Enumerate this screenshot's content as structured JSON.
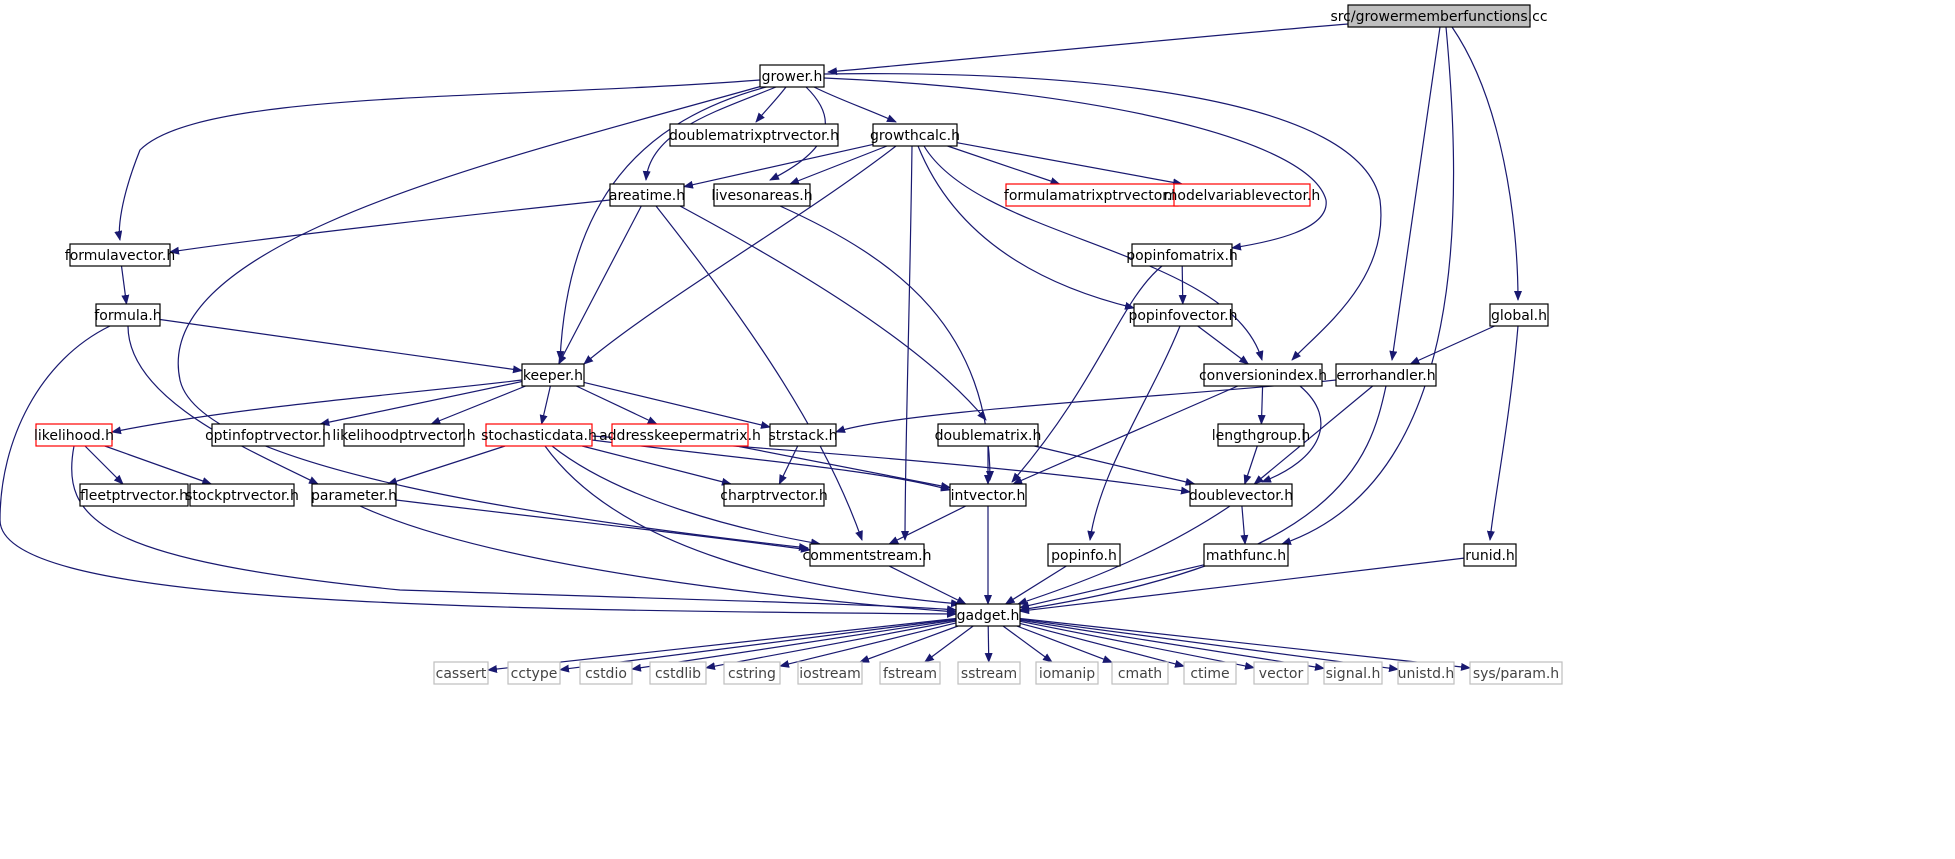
{
  "colors": {
    "edge": "#191970",
    "node_border": "#000000",
    "red_border": "#ff0000",
    "gray_border": "#bfbfbf",
    "root_fill": "#bfbfbf",
    "node_fill": "#ffffff"
  },
  "nodes": [
    {
      "id": "root",
      "label": "src/growermemberfunctions.cc",
      "kind": "root"
    },
    {
      "id": "grower",
      "label": "grower.h",
      "kind": "normal"
    },
    {
      "id": "dmpv",
      "label": "doublematrixptrvector.h",
      "kind": "normal"
    },
    {
      "id": "growthcalc",
      "label": "growthcalc.h",
      "kind": "normal"
    },
    {
      "id": "areatime",
      "label": "areatime.h",
      "kind": "normal"
    },
    {
      "id": "livesonareas",
      "label": "livesonareas.h",
      "kind": "normal"
    },
    {
      "id": "fmpv",
      "label": "formulamatrixptrvector.h",
      "kind": "red"
    },
    {
      "id": "mvv",
      "label": "modelvariablevector.h",
      "kind": "red"
    },
    {
      "id": "formulavector",
      "label": "formulavector.h",
      "kind": "normal"
    },
    {
      "id": "formula",
      "label": "formula.h",
      "kind": "normal"
    },
    {
      "id": "popinfomatrix",
      "label": "popinfomatrix.h",
      "kind": "normal"
    },
    {
      "id": "popinfovector",
      "label": "popinfovector.h",
      "kind": "normal"
    },
    {
      "id": "global",
      "label": "global.h",
      "kind": "normal"
    },
    {
      "id": "keeper",
      "label": "keeper.h",
      "kind": "normal"
    },
    {
      "id": "conversionindex",
      "label": "conversionindex.h",
      "kind": "normal"
    },
    {
      "id": "errorhandler",
      "label": "errorhandler.h",
      "kind": "normal"
    },
    {
      "id": "likelihood",
      "label": "likelihood.h",
      "kind": "red"
    },
    {
      "id": "optinfoptrvector",
      "label": "optinfoptrvector.h",
      "kind": "normal"
    },
    {
      "id": "likelihoodptrvector",
      "label": "likelihoodptrvector.h",
      "kind": "normal"
    },
    {
      "id": "stochasticdata",
      "label": "stochasticdata.h",
      "kind": "red"
    },
    {
      "id": "addresskeepermatrix",
      "label": "addresskeepermatrix.h",
      "kind": "red"
    },
    {
      "id": "strstack",
      "label": "strstack.h",
      "kind": "normal"
    },
    {
      "id": "doublematrix",
      "label": "doublematrix.h",
      "kind": "normal"
    },
    {
      "id": "lengthgroup",
      "label": "lengthgroup.h",
      "kind": "normal"
    },
    {
      "id": "fleetptrvector",
      "label": "fleetptrvector.h",
      "kind": "normal"
    },
    {
      "id": "stockptrvector",
      "label": "stockptrvector.h",
      "kind": "normal"
    },
    {
      "id": "parameter",
      "label": "parameter.h",
      "kind": "normal"
    },
    {
      "id": "charptrvector",
      "label": "charptrvector.h",
      "kind": "normal"
    },
    {
      "id": "intvector",
      "label": "intvector.h",
      "kind": "normal"
    },
    {
      "id": "doublevector",
      "label": "doublevector.h",
      "kind": "normal"
    },
    {
      "id": "commentstream",
      "label": "commentstream.h",
      "kind": "normal"
    },
    {
      "id": "popinfo",
      "label": "popinfo.h",
      "kind": "normal"
    },
    {
      "id": "mathfunc",
      "label": "mathfunc.h",
      "kind": "normal"
    },
    {
      "id": "runid",
      "label": "runid.h",
      "kind": "normal"
    },
    {
      "id": "gadget",
      "label": "gadget.h",
      "kind": "normal"
    },
    {
      "id": "cassert",
      "label": "cassert",
      "kind": "sys"
    },
    {
      "id": "cctype",
      "label": "cctype",
      "kind": "sys"
    },
    {
      "id": "cstdio",
      "label": "cstdio",
      "kind": "sys"
    },
    {
      "id": "cstdlib",
      "label": "cstdlib",
      "kind": "sys"
    },
    {
      "id": "cstring",
      "label": "cstring",
      "kind": "sys"
    },
    {
      "id": "iostream",
      "label": "iostream",
      "kind": "sys"
    },
    {
      "id": "fstream",
      "label": "fstream",
      "kind": "sys"
    },
    {
      "id": "sstream",
      "label": "sstream",
      "kind": "sys"
    },
    {
      "id": "iomanip",
      "label": "iomanip",
      "kind": "sys"
    },
    {
      "id": "cmath",
      "label": "cmath",
      "kind": "sys"
    },
    {
      "id": "ctime",
      "label": "ctime",
      "kind": "sys"
    },
    {
      "id": "vector",
      "label": "vector",
      "kind": "sys"
    },
    {
      "id": "signal",
      "label": "signal.h",
      "kind": "sys"
    },
    {
      "id": "unistd",
      "label": "unistd.h",
      "kind": "sys"
    },
    {
      "id": "sysparam",
      "label": "sys/param.h",
      "kind": "sys"
    }
  ],
  "edges": [
    [
      "root",
      "grower"
    ],
    [
      "root",
      "errorhandler"
    ],
    [
      "root",
      "mathfunc"
    ],
    [
      "root",
      "global"
    ],
    [
      "grower",
      "dmpv"
    ],
    [
      "grower",
      "growthcalc"
    ],
    [
      "grower",
      "areatime"
    ],
    [
      "grower",
      "livesonareas"
    ],
    [
      "grower",
      "formulavector"
    ],
    [
      "grower",
      "keeper"
    ],
    [
      "grower",
      "commentstream"
    ],
    [
      "grower",
      "popinfomatrix"
    ],
    [
      "grower",
      "conversionindex"
    ],
    [
      "growthcalc",
      "areatime"
    ],
    [
      "growthcalc",
      "livesonareas"
    ],
    [
      "growthcalc",
      "fmpv"
    ],
    [
      "growthcalc",
      "mvv"
    ],
    [
      "growthcalc",
      "keeper"
    ],
    [
      "growthcalc",
      "commentstream"
    ],
    [
      "growthcalc",
      "popinfovector"
    ],
    [
      "growthcalc",
      "conversionindex"
    ],
    [
      "areatime",
      "formulavector"
    ],
    [
      "areatime",
      "keeper"
    ],
    [
      "areatime",
      "commentstream"
    ],
    [
      "areatime",
      "doublematrix"
    ],
    [
      "livesonareas",
      "intvector"
    ],
    [
      "formulavector",
      "formula"
    ],
    [
      "formula",
      "keeper"
    ],
    [
      "formula",
      "parameter"
    ],
    [
      "formula",
      "gadget"
    ],
    [
      "popinfomatrix",
      "popinfovector"
    ],
    [
      "popinfomatrix",
      "intvector"
    ],
    [
      "popinfovector",
      "conversionindex"
    ],
    [
      "popinfovector",
      "popinfo"
    ],
    [
      "global",
      "errorhandler"
    ],
    [
      "global",
      "runid"
    ],
    [
      "keeper",
      "likelihood"
    ],
    [
      "keeper",
      "optinfoptrvector"
    ],
    [
      "keeper",
      "likelihoodptrvector"
    ],
    [
      "keeper",
      "stochasticdata"
    ],
    [
      "keeper",
      "addresskeepermatrix"
    ],
    [
      "keeper",
      "strstack"
    ],
    [
      "conversionindex",
      "lengthgroup"
    ],
    [
      "conversionindex",
      "intvector"
    ],
    [
      "conversionindex",
      "doublevector"
    ],
    [
      "errorhandler",
      "strstack"
    ],
    [
      "errorhandler",
      "doublevector"
    ],
    [
      "errorhandler",
      "gadget"
    ],
    [
      "likelihood",
      "fleetptrvector"
    ],
    [
      "likelihood",
      "stockptrvector"
    ],
    [
      "likelihood",
      "gadget"
    ],
    [
      "stochasticdata",
      "parameter"
    ],
    [
      "stochasticdata",
      "charptrvector"
    ],
    [
      "stochasticdata",
      "intvector"
    ],
    [
      "stochasticdata",
      "doublevector"
    ],
    [
      "stochasticdata",
      "commentstream"
    ],
    [
      "stochasticdata",
      "gadget"
    ],
    [
      "addresskeepermatrix",
      "intvector"
    ],
    [
      "strstack",
      "charptrvector"
    ],
    [
      "doublematrix",
      "intvector"
    ],
    [
      "doublematrix",
      "doublevector"
    ],
    [
      "lengthgroup",
      "doublevector"
    ],
    [
      "parameter",
      "commentstream"
    ],
    [
      "parameter",
      "gadget"
    ],
    [
      "intvector",
      "commentstream"
    ],
    [
      "intvector",
      "gadget"
    ],
    [
      "doublevector",
      "mathfunc"
    ],
    [
      "doublevector",
      "gadget"
    ],
    [
      "commentstream",
      "gadget"
    ],
    [
      "popinfo",
      "gadget"
    ],
    [
      "mathfunc",
      "gadget"
    ],
    [
      "runid",
      "gadget"
    ],
    [
      "gadget",
      "cassert"
    ],
    [
      "gadget",
      "cctype"
    ],
    [
      "gadget",
      "cstdio"
    ],
    [
      "gadget",
      "cstdlib"
    ],
    [
      "gadget",
      "cstring"
    ],
    [
      "gadget",
      "iostream"
    ],
    [
      "gadget",
      "fstream"
    ],
    [
      "gadget",
      "sstream"
    ],
    [
      "gadget",
      "iomanip"
    ],
    [
      "gadget",
      "cmath"
    ],
    [
      "gadget",
      "ctime"
    ],
    [
      "gadget",
      "vector"
    ],
    [
      "gadget",
      "signal"
    ],
    [
      "gadget",
      "unistd"
    ],
    [
      "gadget",
      "sysparam"
    ]
  ]
}
